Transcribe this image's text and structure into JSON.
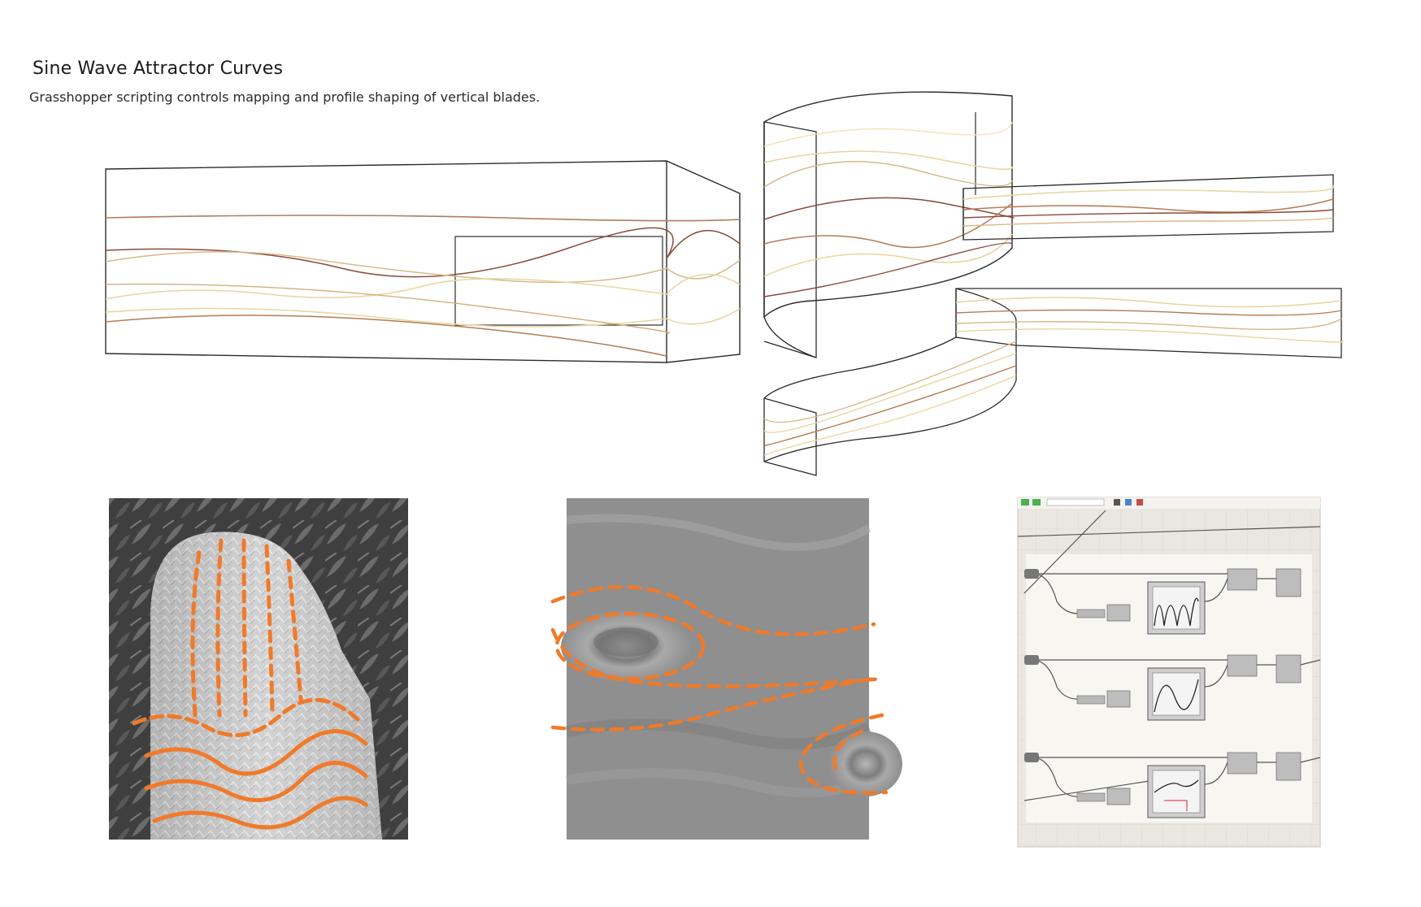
{
  "header": {
    "title": "Sine Wave Attractor Curves",
    "subtitle": "Grasshopper scripting controls mapping and profile shaping of vertical blades."
  },
  "colors": {
    "frame": "#2b2b2b",
    "curve_dark": "#8a4a3a",
    "curve_mid": "#b57b57",
    "curve_light": "#e7d69f",
    "dash_orange": "#f07a2a",
    "photo_dark": "#5a5a5a",
    "water": "#8f8f8f",
    "canvas_bg": "#eeece6"
  },
  "icons": {
    "toolbar": [
      "panel-icon",
      "zoom-icon",
      "toggle-icon",
      "preview-icon"
    ],
    "nodes": [
      "slider-icon",
      "function-icon",
      "graph-mapper-icon",
      "output-icon"
    ]
  },
  "panels": {
    "left": "cactus-photo-with-dashed-attractor-lines",
    "middle": "water-ripple-photo-with-dashed-curves",
    "right": "grasshopper-definition-screenshot"
  }
}
